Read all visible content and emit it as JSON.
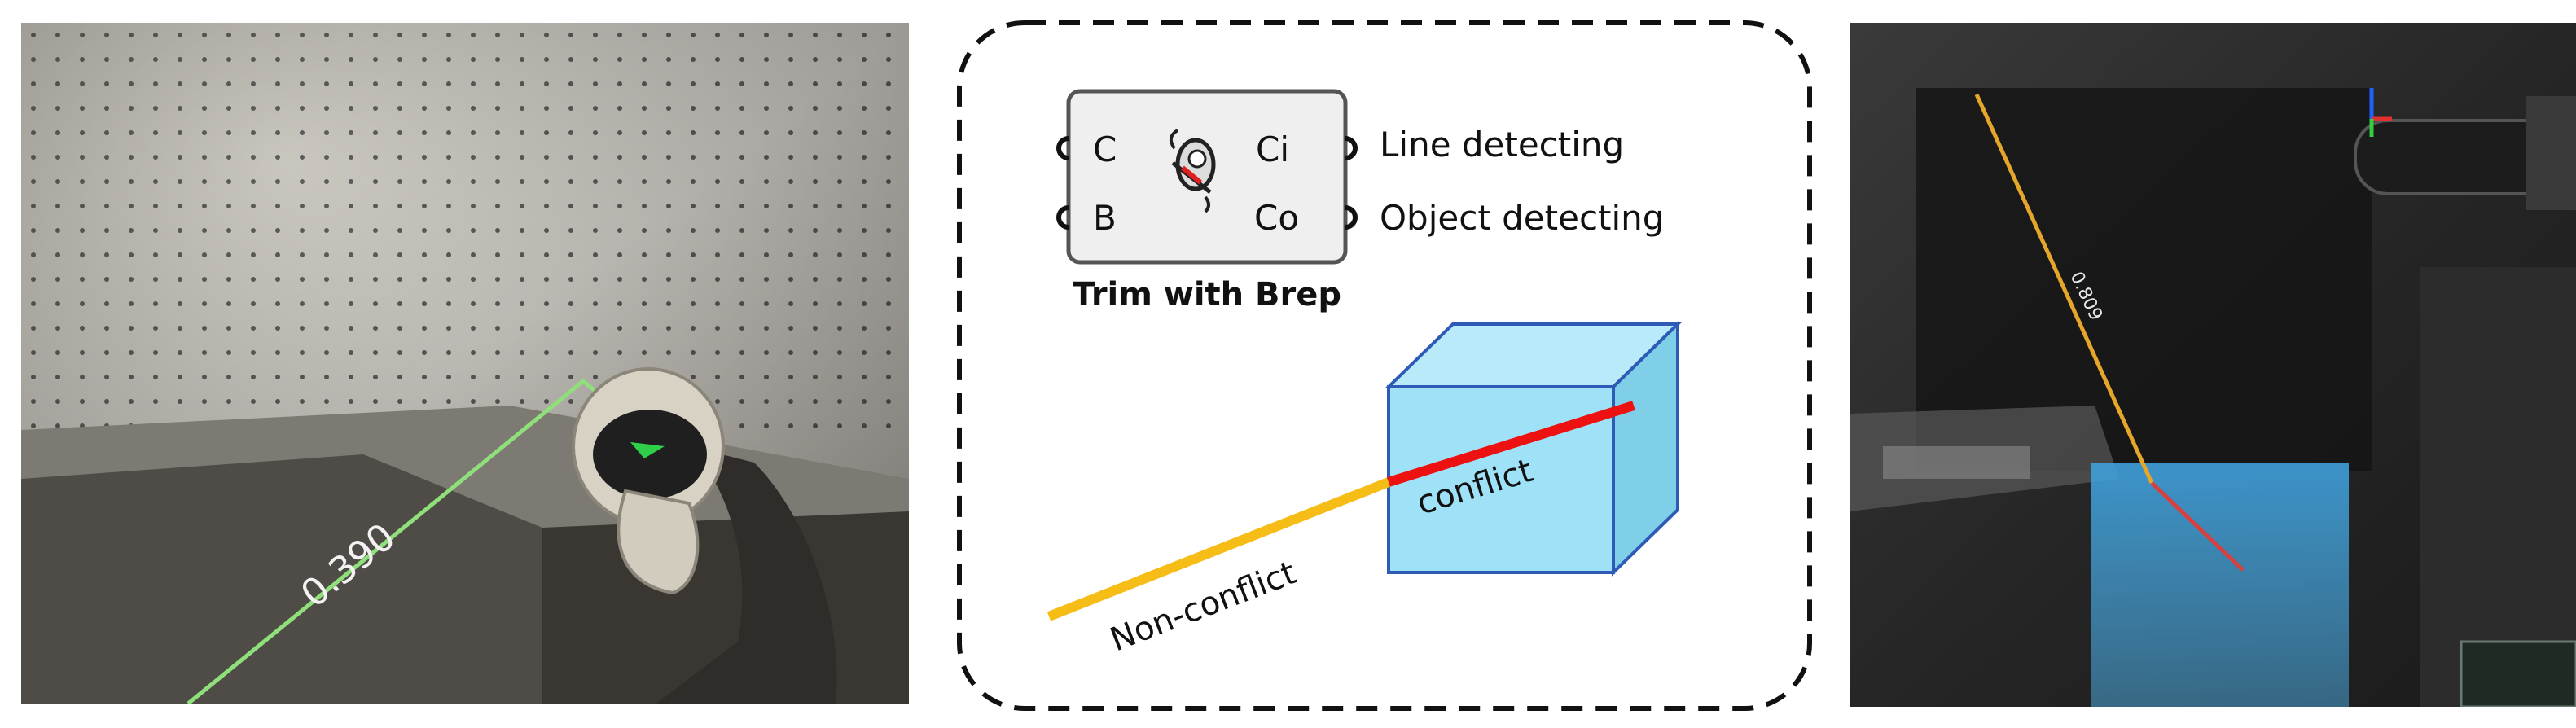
{
  "left_photo": {
    "distance_label": "0.390"
  },
  "component": {
    "input_1": "C",
    "input_2": "B",
    "output_1": "Ci",
    "output_2": "Co",
    "output_1_desc": "Line detecting",
    "output_2_desc": "Object detecting",
    "name": "Trim with Brep",
    "icon": "trim-icon"
  },
  "diagram": {
    "conflict_label": "conflict",
    "non_conflict_label": "Non-conflict",
    "colors": {
      "non_conflict": "#f6bd16",
      "conflict": "#ee1111",
      "box_front": "#9fe1f7",
      "box_side": "#7fcfe9",
      "box_top": "#b8eafa",
      "box_stroke": "#2d5bb5"
    }
  },
  "right_photo": {
    "distance_label": "0.809"
  }
}
